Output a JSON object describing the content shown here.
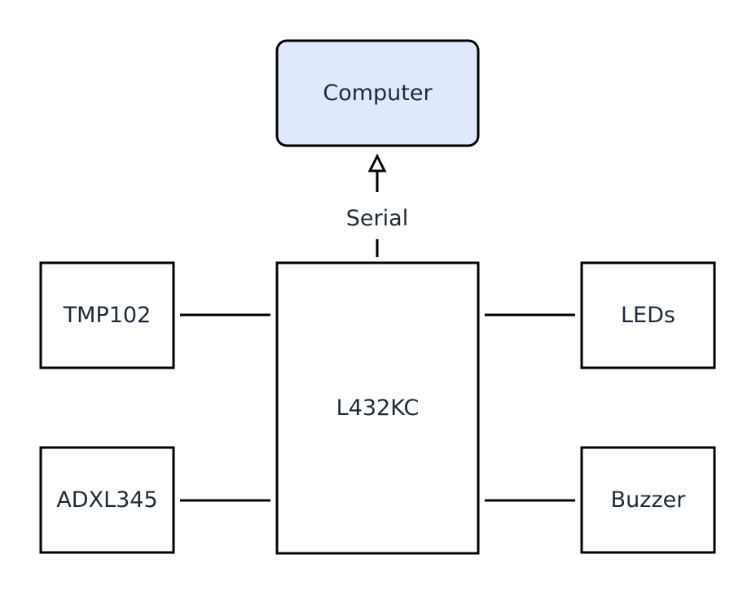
{
  "nodes": {
    "computer": "Computer",
    "mcu": "L432KC",
    "tmp102": "TMP102",
    "adxl345": "ADXL345",
    "leds": "LEDs",
    "buzzer": "Buzzer"
  },
  "edges": {
    "serial_label": "Serial"
  },
  "colors": {
    "stroke": "#000000",
    "computer_fill": "#e0e8fb",
    "text": "#1f2a37"
  }
}
